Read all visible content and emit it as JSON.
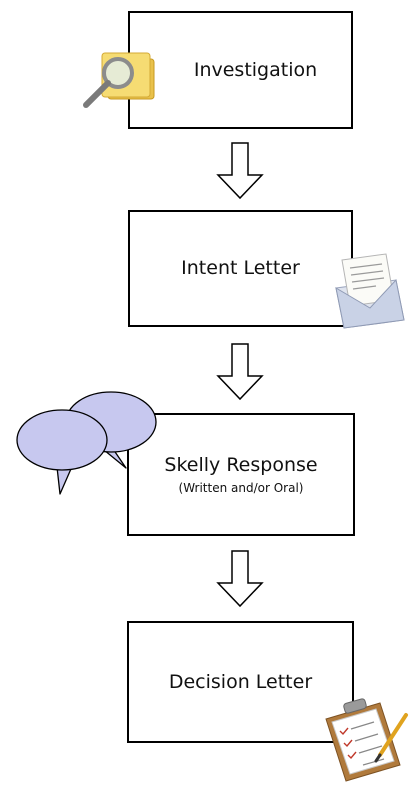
{
  "steps": [
    {
      "title": "Investigation",
      "subtitle": "",
      "icon": "magnifier-folder-icon"
    },
    {
      "title": "Intent Letter",
      "subtitle": "",
      "icon": "envelope-letter-icon"
    },
    {
      "title": "Skelly Response",
      "subtitle": "(Written and/or Oral)",
      "icon": "speech-bubbles-icon"
    },
    {
      "title": "Decision Letter",
      "subtitle": "",
      "icon": "clipboard-checklist-icon"
    }
  ],
  "arrows": [
    "down-arrow-icon",
    "down-arrow-icon",
    "down-arrow-icon"
  ],
  "colors": {
    "box_border": "#000000",
    "bubble_fill": "#c7c8ef",
    "folder": "#f2d25c",
    "clipboard": "#b07a3c"
  }
}
